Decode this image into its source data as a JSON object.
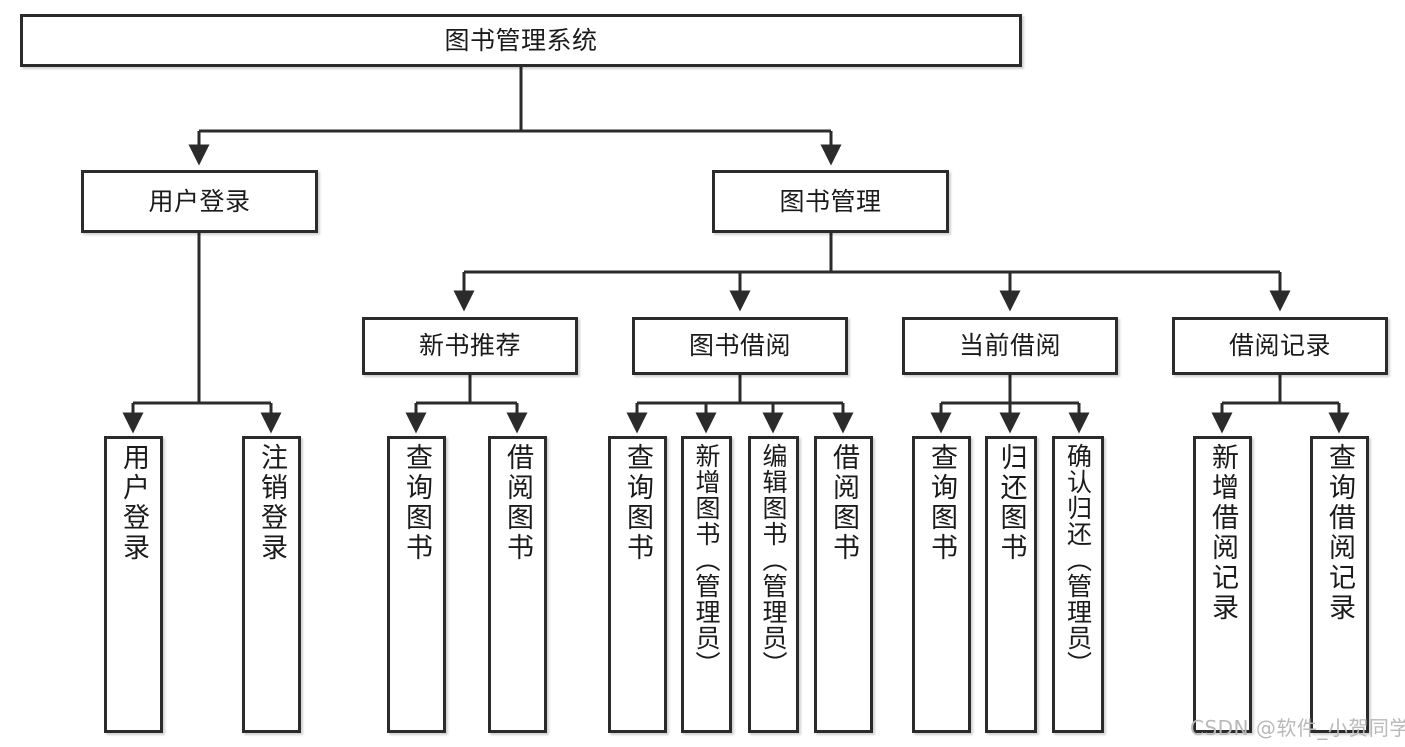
{
  "diagram": {
    "type": "tree-hierarchy",
    "title": "图书管理系统",
    "orientation": "top-down",
    "edge_style": "orthogonal-arrow",
    "colors": {
      "node_border": "#2b2b2b",
      "node_fill": "#ffffff",
      "edge": "#2b2b2b",
      "background": "#ffffff",
      "watermark": "#b9b9b9"
    }
  },
  "root": {
    "label": "图书管理系统"
  },
  "level2": [
    {
      "label": "用户登录"
    },
    {
      "label": "图书管理"
    }
  ],
  "level3": [
    {
      "label": "新书推荐"
    },
    {
      "label": "图书借阅"
    },
    {
      "label": "当前借阅"
    },
    {
      "label": "借阅记录"
    }
  ],
  "leaves": {
    "user_login": [
      {
        "label": "用户登录"
      },
      {
        "label": "注销登录"
      }
    ],
    "new_book": [
      {
        "label": "查询图书"
      },
      {
        "label": "借阅图书"
      }
    ],
    "book_borrow": [
      {
        "label": "查询图书"
      },
      {
        "label": "新增图书（管理员）"
      },
      {
        "label": "编辑图书（管理员）"
      },
      {
        "label": "借阅图书"
      }
    ],
    "current_borrow": [
      {
        "label": "查询图书"
      },
      {
        "label": "归还图书"
      },
      {
        "label": "确认归还（管理员）"
      }
    ],
    "borrow_record": [
      {
        "label": "新增借阅记录"
      },
      {
        "label": "查询借阅记录"
      }
    ]
  },
  "watermark": {
    "text": "CSDN @软件_小贺同学"
  }
}
